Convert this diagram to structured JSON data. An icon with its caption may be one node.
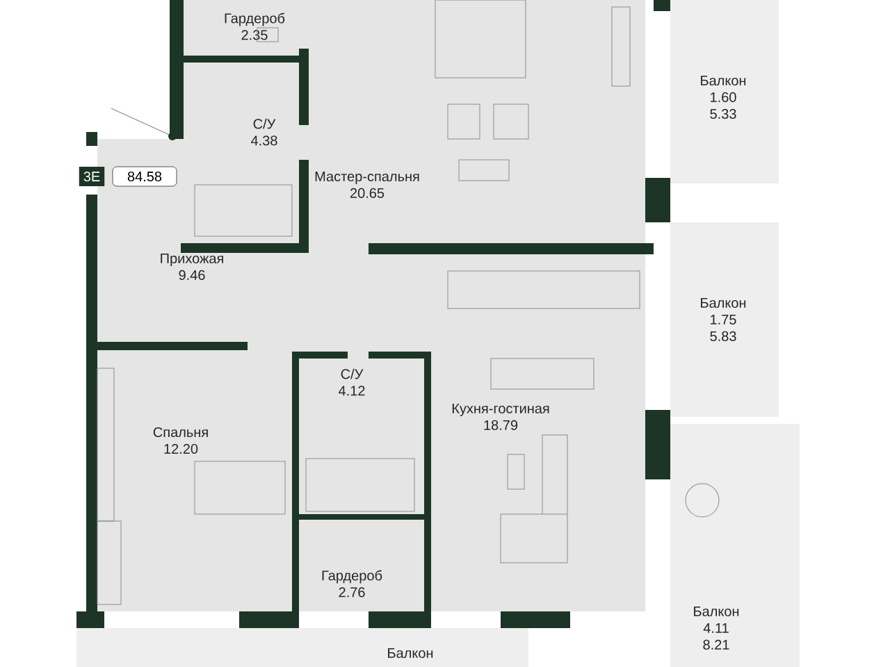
{
  "diagram": {
    "nodes": [
      {
        "text": [
          "Гардероб",
          "2.35"
        ]
      },
      {
        "text": [
          "С/У",
          "4.38"
        ]
      },
      {
        "text": [
          "Мастер-спальня",
          "20.65"
        ]
      },
      {
        "text": [
          "Балкон",
          "1.60",
          "5.33"
        ]
      },
      {
        "text": [
          "Прихожая",
          "9.46"
        ]
      },
      {
        "text": [
          "Спальня",
          "12.20"
        ]
      },
      {
        "text": [
          "С/У",
          "4.12"
        ]
      },
      {
        "text": [
          "Гардероб",
          "2.76"
        ]
      },
      {
        "text": [
          "Кухня-гостиная",
          "18.79"
        ]
      },
      {
        "text": [
          "Балкон",
          "1.75",
          "5.83"
        ]
      },
      {
        "text": [
          "Балкон",
          "4.11",
          "8.21"
        ]
      },
      {
        "text": [
          "Балкон"
        ]
      },
      {
        "text": [],
        "shape": "circle"
      }
    ],
    "edges": [
      {
        "from": null,
        "to": 12,
        "arrow": "none"
      }
    ],
    "labels": [
      "3E",
      "84.58"
    ]
  }
}
